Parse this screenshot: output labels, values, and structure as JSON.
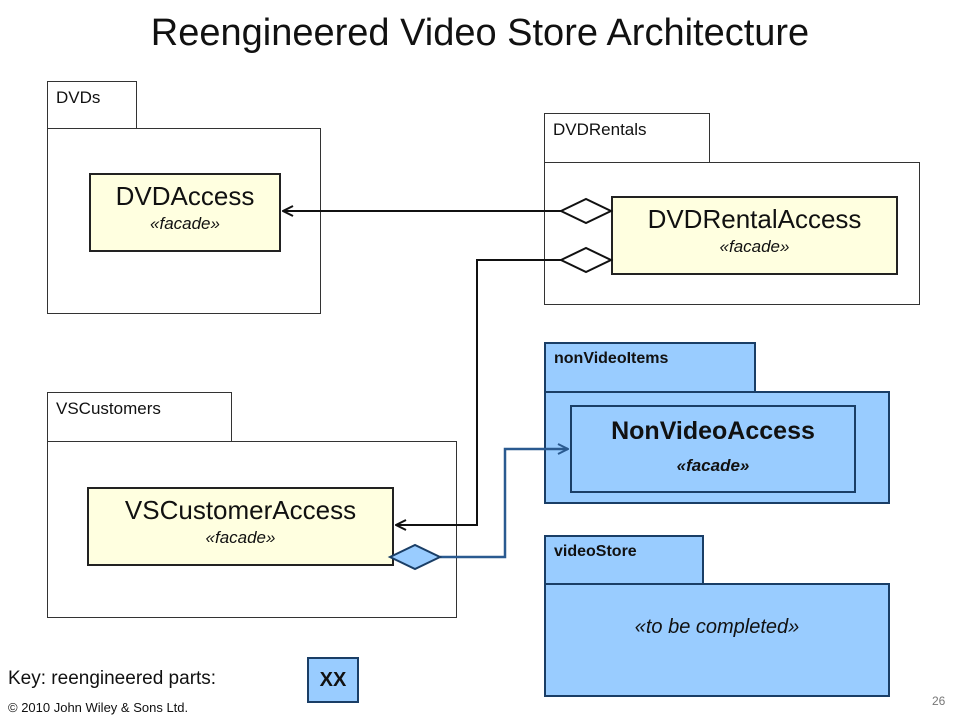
{
  "title": "Reengineered Video Store Architecture",
  "packages": {
    "dvds": {
      "name": "DVDs"
    },
    "dvdrentals": {
      "name": "DVDRentals"
    },
    "vscustomers": {
      "name": "VSCustomers"
    },
    "nonvideoitems": {
      "name": "nonVideoItems"
    },
    "videostore": {
      "name": "videoStore",
      "note": "«to be completed»"
    }
  },
  "classes": {
    "dvdaccess": {
      "name": "DVDAccess",
      "stereotype": "«facade»"
    },
    "dvdrentalaccess": {
      "name": "DVDRentalAccess",
      "stereotype": "«facade»"
    },
    "vscustomeraccess": {
      "name": "VSCustomerAccess",
      "stereotype": "«facade»"
    },
    "nonvideoaccess": {
      "name": "NonVideoAccess",
      "stereotype": "«facade»"
    }
  },
  "key": {
    "label": "Key: reengineered parts:",
    "sample": "XX"
  },
  "footer": {
    "copyright": "© 2010 John Wiley & Sons Ltd.",
    "page_number": "26"
  },
  "colors": {
    "reengineered": "#99ccff",
    "reengineered_border": "#1a3e66",
    "class_fill": "#ffffe0"
  }
}
